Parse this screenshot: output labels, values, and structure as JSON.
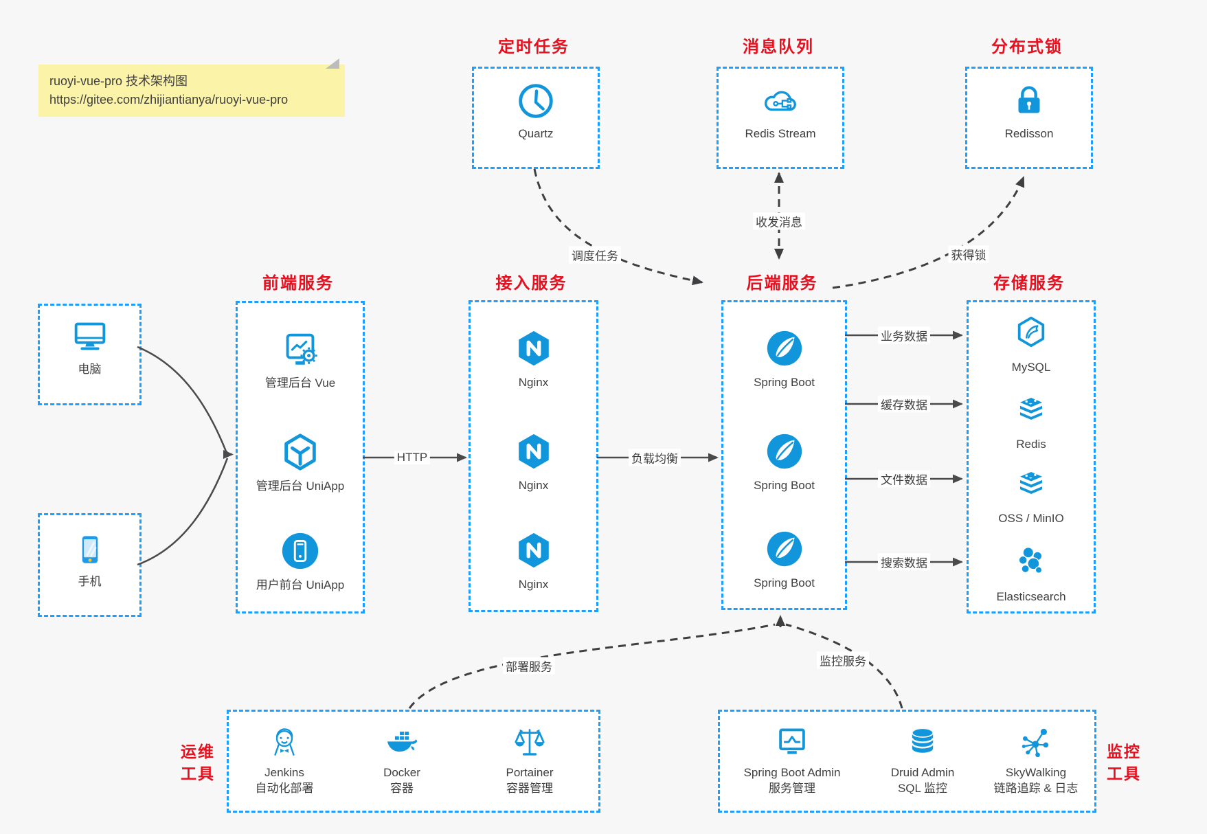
{
  "note": {
    "line1": "ruoyi-vue-pro 技术架构图",
    "line2": "https://gitee.com/zhijiantianya/ruoyi-vue-pro"
  },
  "colors": {
    "accent_red": "#e8101e",
    "icon_blue": "#1296db",
    "border_blue": "#1e9fff",
    "text": "#3f3f41",
    "arrow_solid": "#4a4a4c",
    "arrow_dashed": "#3f3f41",
    "note_bg": "#fbf3a7"
  },
  "scheduler": {
    "title": "定时任务",
    "item": {
      "icon": "clock-icon",
      "label": "Quartz"
    }
  },
  "mq": {
    "title": "消息队列",
    "item": {
      "icon": "cloud-stream-icon",
      "label": "Redis Stream"
    }
  },
  "lock": {
    "title": "分布式锁",
    "item": {
      "icon": "lock-icon",
      "label": "Redisson"
    }
  },
  "clients": {
    "pc": {
      "icon": "desktop-icon",
      "label": "电脑"
    },
    "mobile": {
      "icon": "smartphone-icon",
      "label": "手机"
    }
  },
  "frontend": {
    "title": "前端服务",
    "items": [
      {
        "icon": "admin-vue-icon",
        "label": "管理后台 Vue"
      },
      {
        "icon": "admin-uniapp-icon",
        "label": "管理后台 UniApp"
      },
      {
        "icon": "user-uniapp-icon",
        "label": "用户前台 UniApp"
      }
    ]
  },
  "access": {
    "title": "接入服务",
    "items": [
      {
        "label": "Nginx"
      },
      {
        "label": "Nginx"
      },
      {
        "label": "Nginx"
      }
    ]
  },
  "backend": {
    "title": "后端服务",
    "items": [
      {
        "label": "Spring Boot"
      },
      {
        "label": "Spring Boot"
      },
      {
        "label": "Spring Boot"
      }
    ]
  },
  "storage": {
    "title": "存储服务",
    "items": [
      {
        "icon": "mysql-icon",
        "label": "MySQL"
      },
      {
        "icon": "redis-stack-icon",
        "label": "Redis"
      },
      {
        "icon": "oss-stack-icon",
        "label": "OSS / MinIO"
      },
      {
        "icon": "elasticsearch-icon",
        "label": "Elasticsearch"
      }
    ]
  },
  "ops": {
    "title_line1": "运维",
    "title_line2": "工具",
    "items": [
      {
        "icon": "jenkins-icon",
        "label": "Jenkins",
        "sub": "自动化部署"
      },
      {
        "icon": "docker-icon",
        "label": "Docker",
        "sub": "容器"
      },
      {
        "icon": "portainer-icon",
        "label": "Portainer",
        "sub": "容器管理"
      }
    ]
  },
  "monitoring": {
    "title_line1": "监控",
    "title_line2": "工具",
    "items": [
      {
        "icon": "spring-boot-admin-icon",
        "label": "Spring Boot Admin",
        "sub": "服务管理"
      },
      {
        "icon": "druid-icon",
        "label": "Druid Admin",
        "sub": "SQL 监控"
      },
      {
        "icon": "skywalking-icon",
        "label": "SkyWalking",
        "sub": "链路追踪 & 日志"
      }
    ]
  },
  "edges": {
    "http": "HTTP",
    "load_balance": "负载均衡",
    "business": "业务数据",
    "cache": "缓存数据",
    "file": "文件数据",
    "search": "搜索数据",
    "schedule": "调度任务",
    "message": "收发消息",
    "acquire_lock": "获得锁",
    "deploy": "部署服务",
    "monitor": "监控服务"
  }
}
